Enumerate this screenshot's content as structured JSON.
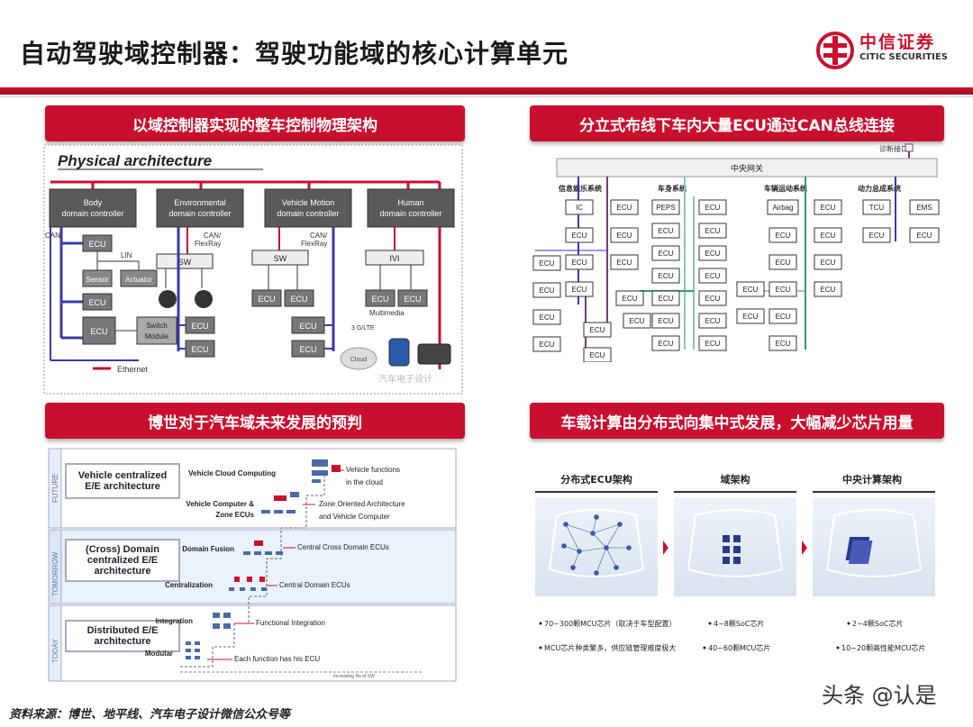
{
  "title": "自动驾驶域控制器：驾驶功能域的核心计算单元",
  "logo": {
    "cn": "中信证券",
    "en": "CITIC SECURITIES"
  },
  "panels": {
    "p1": {
      "header": "以域控制器实现的整车控制物理架构",
      "heading": "Physical architecture",
      "controllers": [
        {
          "line1": "Body",
          "line2": "domain controller"
        },
        {
          "line1": "Environmental",
          "line2": "domain controller"
        },
        {
          "line1": "Vehicle Motion",
          "line2": "domain controller"
        },
        {
          "line1": "Human",
          "line2": "domain controller"
        }
      ],
      "labels": {
        "can": "CAN",
        "can_flexray_a": "CAN/",
        "flexray_a": "FlexRay",
        "can_flexray_b": "CAN/",
        "flexray_b": "FlexRay",
        "lin": "LIN",
        "ecu": "ECU",
        "sensor": "Sensor",
        "actuator": "Actuator",
        "switch": "Switch",
        "module": "Module",
        "sw": "SW",
        "ivi": "IVI",
        "multimedia": "Multimedia",
        "lte": "3 G/LTE",
        "cloud": "Cloud",
        "ethernet": "Ethernet",
        "watermark": "汽车电子设计"
      }
    },
    "p2": {
      "header": "分立式布线下车内大量ECU通过CAN总线连接",
      "diag": "诊断接口",
      "gateway": "中央网关",
      "groups": [
        "信息娱乐系统",
        "车身系统",
        "车辆运动系统",
        "动力总成系统"
      ],
      "nodes": {
        "ecu": "ECU",
        "ic": "IC",
        "peps": "PEPS",
        "airbag": "Airbag",
        "tcu": "TCU",
        "ems": "EMS"
      }
    },
    "p3": {
      "header": "博世对于汽车域未来发展的预判",
      "rows": [
        {
          "tag": "FUTURE",
          "title": "Vehicle centralized E/E architecture"
        },
        {
          "tag": "TOMORROW",
          "title": "(Cross) Domain centralized E/E architecture"
        },
        {
          "tag": "TODAY",
          "title": "Distributed E/E architecture"
        }
      ],
      "stages": [
        "Vehicle Cloud Computing",
        "Vehicle Computer &",
        "Zone ECUs",
        "Domain Fusion",
        "Centralization",
        "Integration",
        "Modular"
      ],
      "descs": [
        "Vehicle functions",
        "in the cloud",
        "Zone Oriented Architecture",
        "and Vehicle Computer",
        "Central Cross Domain ECUs",
        "Central Domain ECUs",
        "Functional Integration",
        "Each function has his ECU"
      ],
      "axis": "Increasing No of SW"
    },
    "p4": {
      "header": "车载计算由分布式向集中式发展，大幅减少芯片用量",
      "cols": [
        {
          "title": "分布式ECU架构",
          "notes": [
            "70~300颗MCU芯片（取决于车型配置）",
            "MCU芯片种类繁多，供应链管理难度极大"
          ]
        },
        {
          "title": "域架构",
          "notes": [
            "4~8颗SoC芯片",
            "40~60颗MCU芯片"
          ]
        },
        {
          "title": "中央计算架构",
          "notes": [
            "2~4颗SoC芯片",
            "10~20颗高性能MCU芯片"
          ]
        }
      ]
    }
  },
  "footer": "资料来源：博世、地平线、汽车电子设计微信公众号等",
  "watermark": "头条 @认是",
  "colors": {
    "accent": "#c8102e",
    "blue_bus": "#3a3aa8",
    "dark_box": "#5a5a5a"
  }
}
